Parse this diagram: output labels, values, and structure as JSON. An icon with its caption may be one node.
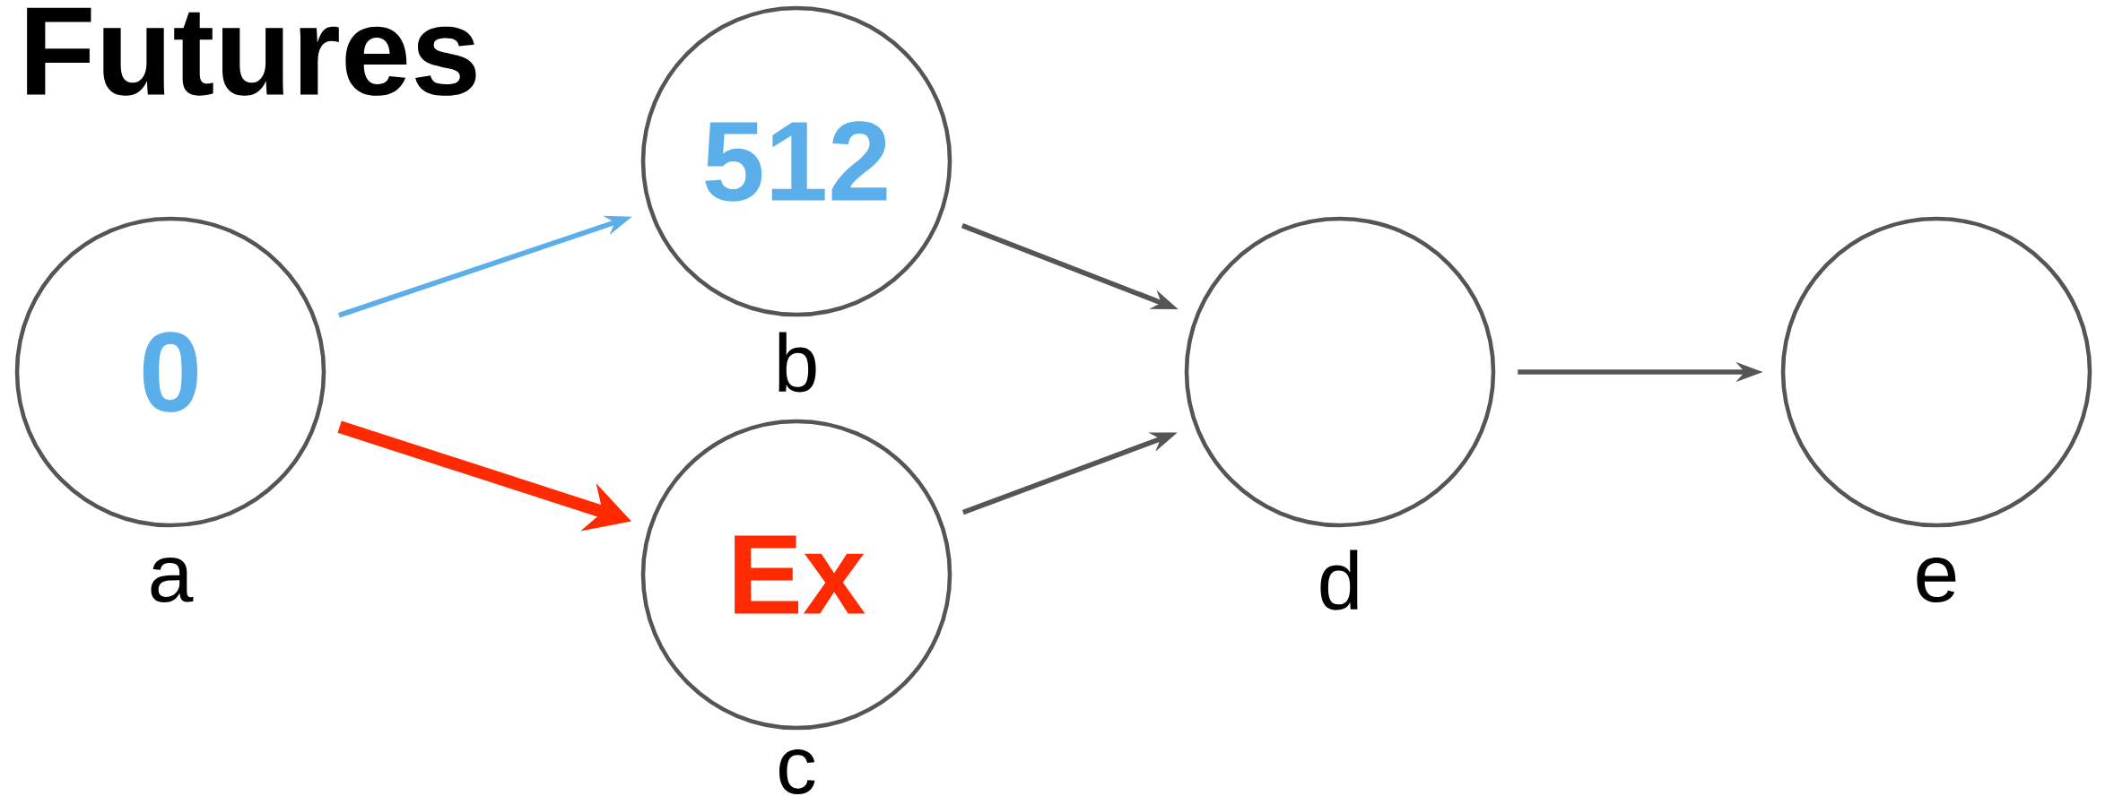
{
  "diagram": {
    "title": "Futures",
    "nodes": [
      {
        "text": [
          "0"
        ],
        "beside": [
          "a"
        ]
      },
      {
        "text": [
          "512"
        ],
        "beside": [
          "b"
        ]
      },
      {
        "text": [
          "Ex"
        ],
        "beside": [
          "c"
        ]
      },
      {
        "text": [],
        "shape": "circle",
        "beside": [
          "d"
        ]
      },
      {
        "text": [],
        "shape": "circle",
        "beside": [
          "e"
        ]
      }
    ],
    "edges": [
      {
        "from": 0,
        "to": 1,
        "arrow": "to",
        "color": "#5aaeea"
      },
      {
        "from": 0,
        "to": 2,
        "arrow": "to",
        "style": "thick",
        "color": "#ff2a00"
      },
      {
        "from": 1,
        "to": 3,
        "arrow": "to"
      },
      {
        "from": 2,
        "to": 3,
        "arrow": "to"
      },
      {
        "from": 3,
        "to": 4,
        "arrow": "to"
      }
    ]
  }
}
